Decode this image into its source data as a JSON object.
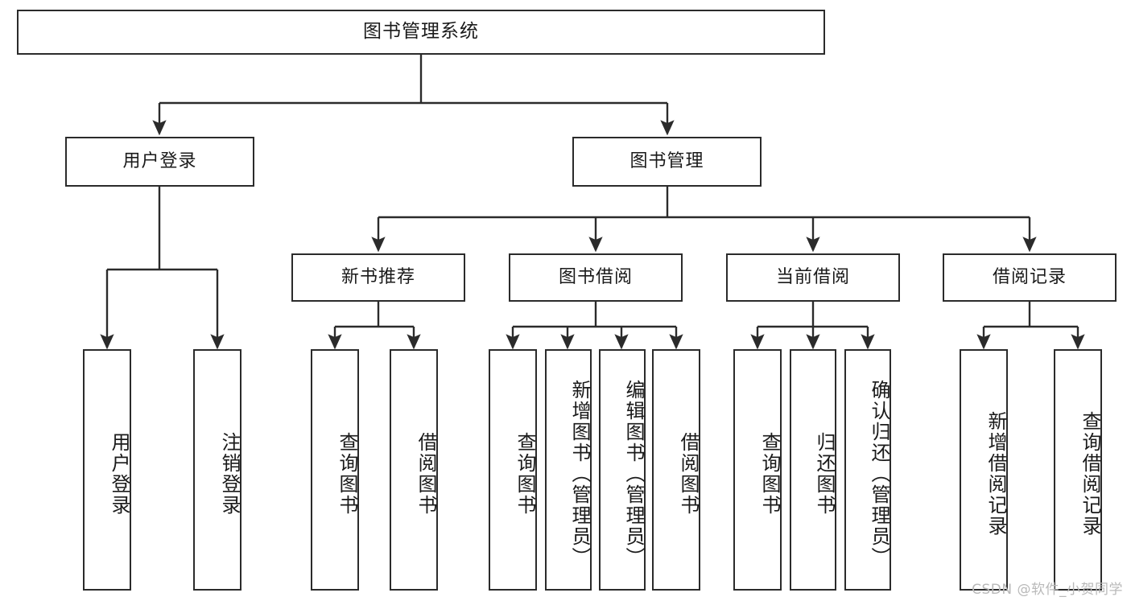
{
  "diagram": {
    "title": "图书管理系统",
    "type": "functional-decomposition-tree",
    "root": {
      "label": "图书管理系统"
    },
    "level1": [
      {
        "label": "用户登录"
      },
      {
        "label": "图书管理"
      }
    ],
    "level2": [
      {
        "label": "新书推荐"
      },
      {
        "label": "图书借阅"
      },
      {
        "label": "当前借阅"
      },
      {
        "label": "借阅记录"
      }
    ],
    "leaves": {
      "user_login": [
        {
          "label": "用户登录"
        },
        {
          "label": "注销登录"
        }
      ],
      "new_book_recommend": [
        {
          "label": "查询图书"
        },
        {
          "label": "借阅图书"
        }
      ],
      "book_borrow": [
        {
          "label": "查询图书"
        },
        {
          "label": "新增图书（管理员）"
        },
        {
          "label": "编辑图书（管理员）"
        },
        {
          "label": "借阅图书"
        }
      ],
      "current_borrow": [
        {
          "label": "查询图书"
        },
        {
          "label": "归还图书"
        },
        {
          "label": "确认归还（管理员）"
        }
      ],
      "borrow_record": [
        {
          "label": "新增借阅记录"
        },
        {
          "label": "查询借阅记录"
        }
      ]
    }
  },
  "watermark": {
    "text": "CSDN @软件_小贺同学"
  },
  "colors": {
    "stroke": "#2b2b2b",
    "fill": "#ffffff",
    "text": "#1a1a1a",
    "watermark": "#b9b9b9"
  }
}
